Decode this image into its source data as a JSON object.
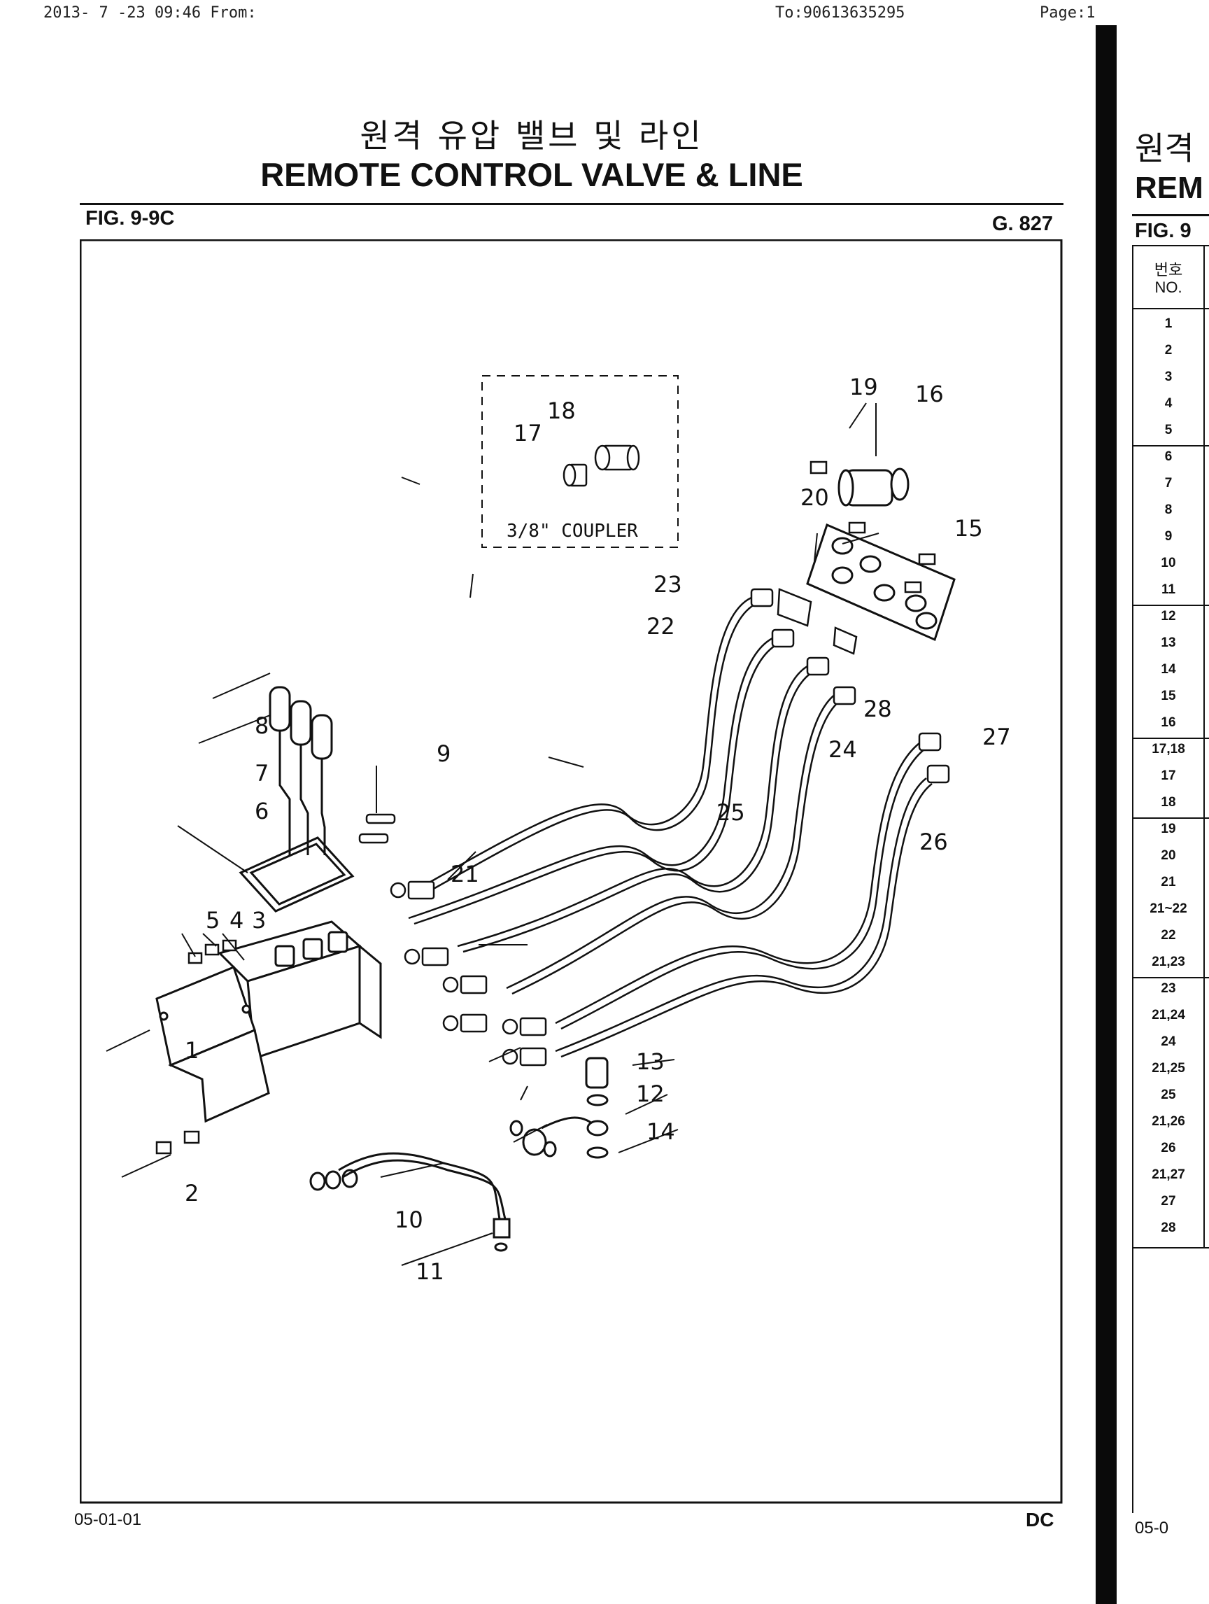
{
  "fax_header": {
    "datetime_from": "2013- 7 -23 09:46 From:",
    "to": "To:90613635295",
    "page": "Page:1"
  },
  "title_korean": "원격 유압 밸브 및 라인",
  "title_english": "REMOTE CONTROL VALVE & LINE",
  "figure_code": "FIG. 9-9C",
  "group_code": "G. 827",
  "callouts": [
    "1",
    "2",
    "3",
    "4",
    "5",
    "6",
    "7",
    "8",
    "9",
    "10",
    "11",
    "12",
    "13",
    "14",
    "15",
    "16",
    "17",
    "18",
    "19",
    "20",
    "21",
    "22",
    "23",
    "24",
    "25",
    "26",
    "27",
    "28"
  ],
  "coupler_label": "3/8\" COUPLER",
  "page_code": "05-01-01",
  "page_mark": "DC",
  "next_page": {
    "title_korean": "원격",
    "title_english": "REM",
    "figure_code": "FIG. 9",
    "header_korean": "번호",
    "header_english": "NO.",
    "rows": [
      "1",
      "2",
      "3",
      "4",
      "5",
      "6",
      "7",
      "8",
      "9",
      "10",
      "11",
      "12",
      "13",
      "14",
      "15",
      "16",
      "17,18",
      "17",
      "18",
      "19",
      "20",
      "21",
      "21~22",
      "22",
      "21,23",
      "23",
      "21,24",
      "24",
      "21,25",
      "25",
      "21,26",
      "26",
      "21,27",
      "27",
      "28"
    ],
    "page_code": "05-0"
  }
}
